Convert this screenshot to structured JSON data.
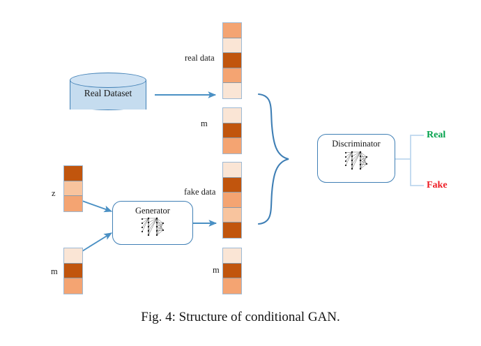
{
  "figure": {
    "caption": "Fig. 4: Structure of conditional GAN.",
    "title": "Structure of conditional GAN"
  },
  "colors": {
    "orange_dark": "#c1550d",
    "orange_medium": "#f4a472",
    "orange_light_medium": "#f8c49e",
    "orange_light": "#fae5d5",
    "cylinder_fill": "#c5dcef",
    "cylinder_top_fill": "#cfe2f3",
    "blue_border": "#3f7fb5",
    "arrow_blue": "#4a90c4",
    "brace_blue": "#3f7fb5",
    "bracket_blue": "#bdd7ee",
    "real_green": "#00a14b",
    "fake_red": "#ed1c24"
  },
  "nodes": {
    "dataset": {
      "label": "Real Dataset",
      "shape": "cylinder"
    },
    "generator": {
      "label": "Generator",
      "icon": "neural-network-icon"
    },
    "discriminator": {
      "label": "Discriminator",
      "icon": "neural-network-icon"
    }
  },
  "labels": {
    "real_data": "real data",
    "m_top": "m",
    "fake_data": "fake data",
    "m_bottom": "m",
    "z_input": "z",
    "m_input": "m"
  },
  "outcomes": {
    "real": "Real",
    "fake": "Fake"
  },
  "vectors": {
    "real_data": {
      "name": "real data",
      "segments": [
        "#f4a472",
        "#fae5d5",
        "#c1550d",
        "#f4a472",
        "#fae5d5"
      ]
    },
    "m_top": {
      "name": "m",
      "segments": [
        "#fae5d5",
        "#c1550d",
        "#f4a472"
      ]
    },
    "fake_data": {
      "name": "fake data",
      "segments": [
        "#fae5d5",
        "#c1550d",
        "#f4a472",
        "#f8c49e",
        "#c1550d"
      ]
    },
    "m_bottom": {
      "name": "m",
      "segments": [
        "#fae5d5",
        "#c1550d",
        "#f4a472"
      ]
    },
    "z_input": {
      "name": "z",
      "segments": [
        "#c1550d",
        "#f8c49e",
        "#f4a472"
      ]
    },
    "m_input": {
      "name": "m",
      "segments": [
        "#fae5d5",
        "#c1550d",
        "#f4a472"
      ]
    }
  }
}
